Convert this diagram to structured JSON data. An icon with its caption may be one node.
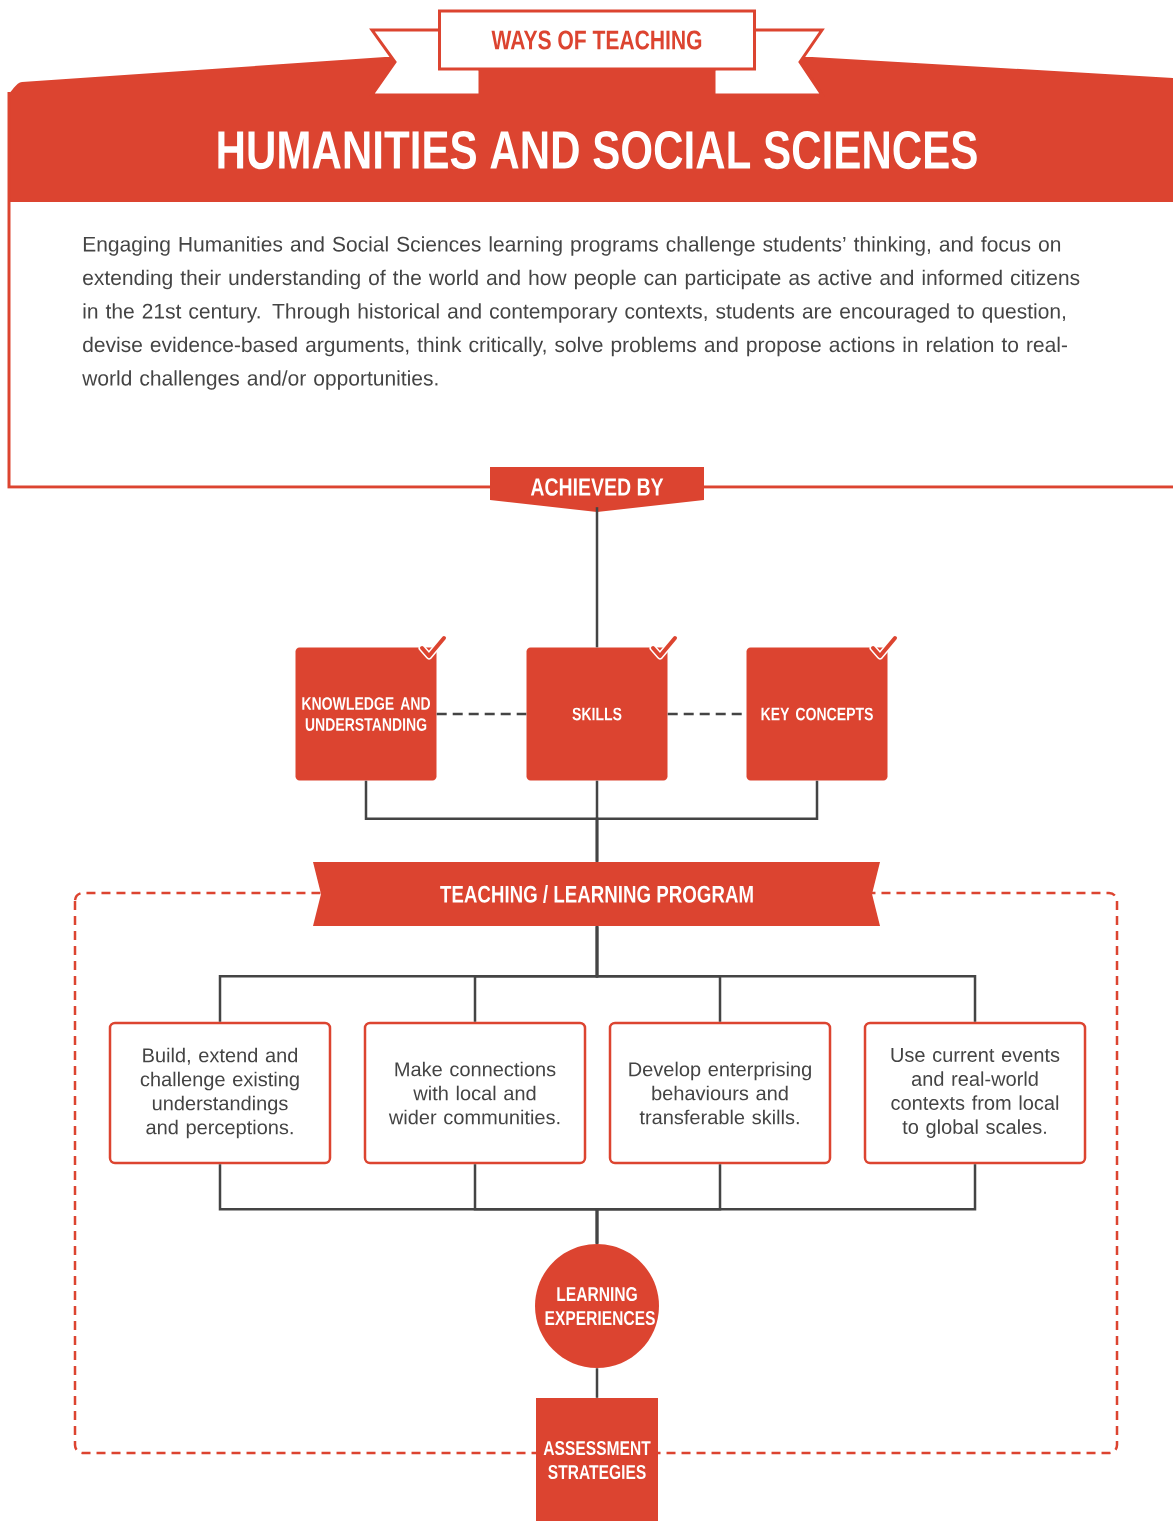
{
  "diagram": {
    "nodes": [
      {
        "text": [
          "WAYS OF TEACHING"
        ]
      },
      {
        "text": [
          "HUMANITIES AND SOCIAL SCIENCES",
          "Engaging Humanities and Social Sciences learning programs challenge students’ thinking, and focus on extending their understanding of the world and how people can participate as active and informed citizens in the 21st century. Through historical and contemporary contexts, students are encouraged to question, devise evidence-based arguments, think critically, solve problems and propose actions in relation to real-world challenges and/or opportunities."
        ]
      },
      {
        "text": [
          "ACHIEVED BY"
        ]
      },
      {
        "text": [
          "KNOWLEDGE AND UNDERSTANDING"
        ]
      },
      {
        "text": [
          "SKILLS"
        ]
      },
      {
        "text": [
          "KEY CONCEPTS"
        ]
      },
      {
        "text": [
          "TEACHING / LEARNING PROGRAM"
        ]
      },
      {
        "text": [
          "Build, extend and challenge existing understandings and perceptions."
        ]
      },
      {
        "text": [
          "Make connections with local and wider communities."
        ]
      },
      {
        "text": [
          "Develop enterprising behaviours and transferable skills."
        ]
      },
      {
        "text": [
          "Use current events and real-world contexts from local to global scales."
        ]
      },
      {
        "text": [
          "LEARNING EXPERIENCES"
        ]
      },
      {
        "text": [
          "ASSESSMENT STRATEGIES"
        ]
      }
    ],
    "edges": [
      {
        "from": 2,
        "to": 4,
        "arrow": "none"
      },
      {
        "from": 3,
        "to": 4,
        "arrow": "none",
        "style": "dashed"
      },
      {
        "from": 4,
        "to": 5,
        "arrow": "none",
        "style": "dashed"
      },
      {
        "from": 3,
        "to": 6,
        "arrow": "none"
      },
      {
        "from": 4,
        "to": 6,
        "arrow": "none"
      },
      {
        "from": 5,
        "to": 6,
        "arrow": "none"
      },
      {
        "from": 6,
        "to": 7,
        "arrow": "none"
      },
      {
        "from": 6,
        "to": 8,
        "arrow": "none"
      },
      {
        "from": 6,
        "to": 9,
        "arrow": "none"
      },
      {
        "from": 6,
        "to": 10,
        "arrow": "none"
      },
      {
        "from": 7,
        "to": 11,
        "arrow": "none"
      },
      {
        "from": 8,
        "to": 11,
        "arrow": "none"
      },
      {
        "from": 9,
        "to": 11,
        "arrow": "none"
      },
      {
        "from": 10,
        "to": 11,
        "arrow": "none"
      },
      {
        "from": 11,
        "to": 12,
        "arrow": "none"
      }
    ]
  }
}
